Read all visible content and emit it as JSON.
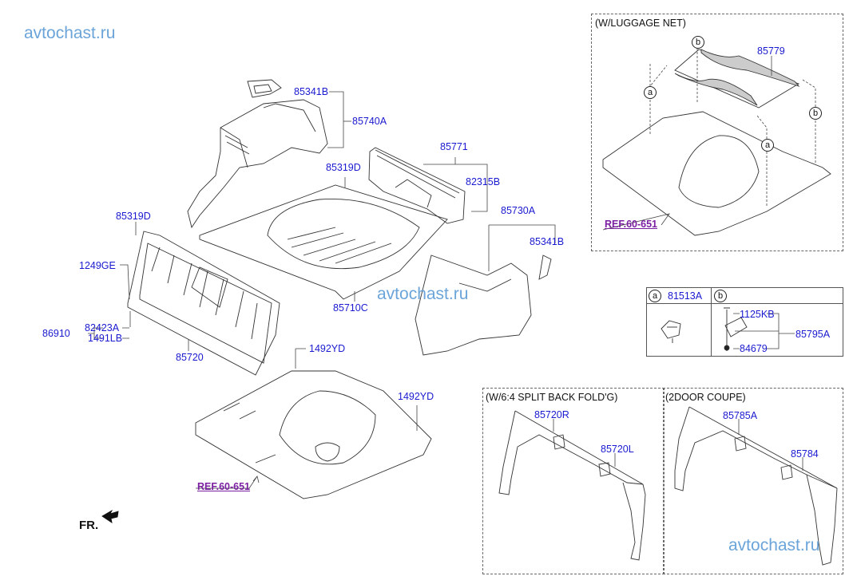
{
  "watermark": "avtochast.ru",
  "front_label": "FR.",
  "main_parts": {
    "p85341B_top": "85341B",
    "p85740A": "85740A",
    "p85319D_mid": "85319D",
    "p85771": "85771",
    "p82315B": "82315B",
    "p85730A": "85730A",
    "p85341B_right": "85341B",
    "p85319D_left": "85319D",
    "p1249GE": "1249GE",
    "p85710C": "85710C",
    "p86910": "86910",
    "p82423A": "82423A",
    "p1491LB": "1491LB",
    "p85720": "85720",
    "p1492YD_a": "1492YD",
    "p1492YD_b": "1492YD",
    "ref_main": "REF.60-651"
  },
  "luggage_net": {
    "title": "(W/LUGGAGE NET)",
    "part": "85779",
    "ref": "REF.60-651",
    "marker_a": "a",
    "marker_b": "b"
  },
  "legend_table": {
    "a_marker": "a",
    "a_part": "81513A",
    "b_marker": "b",
    "b_parts": {
      "bolt": "1125KB",
      "assembly": "85795A",
      "nut": "84679"
    }
  },
  "split_back": {
    "title": "(W/6:4 SPLIT BACK FOLD'G)",
    "part_r": "85720R",
    "part_l": "85720L"
  },
  "coupe": {
    "title": "(2DOOR COUPE)",
    "part_a": "85785A",
    "part_b": "85784"
  }
}
